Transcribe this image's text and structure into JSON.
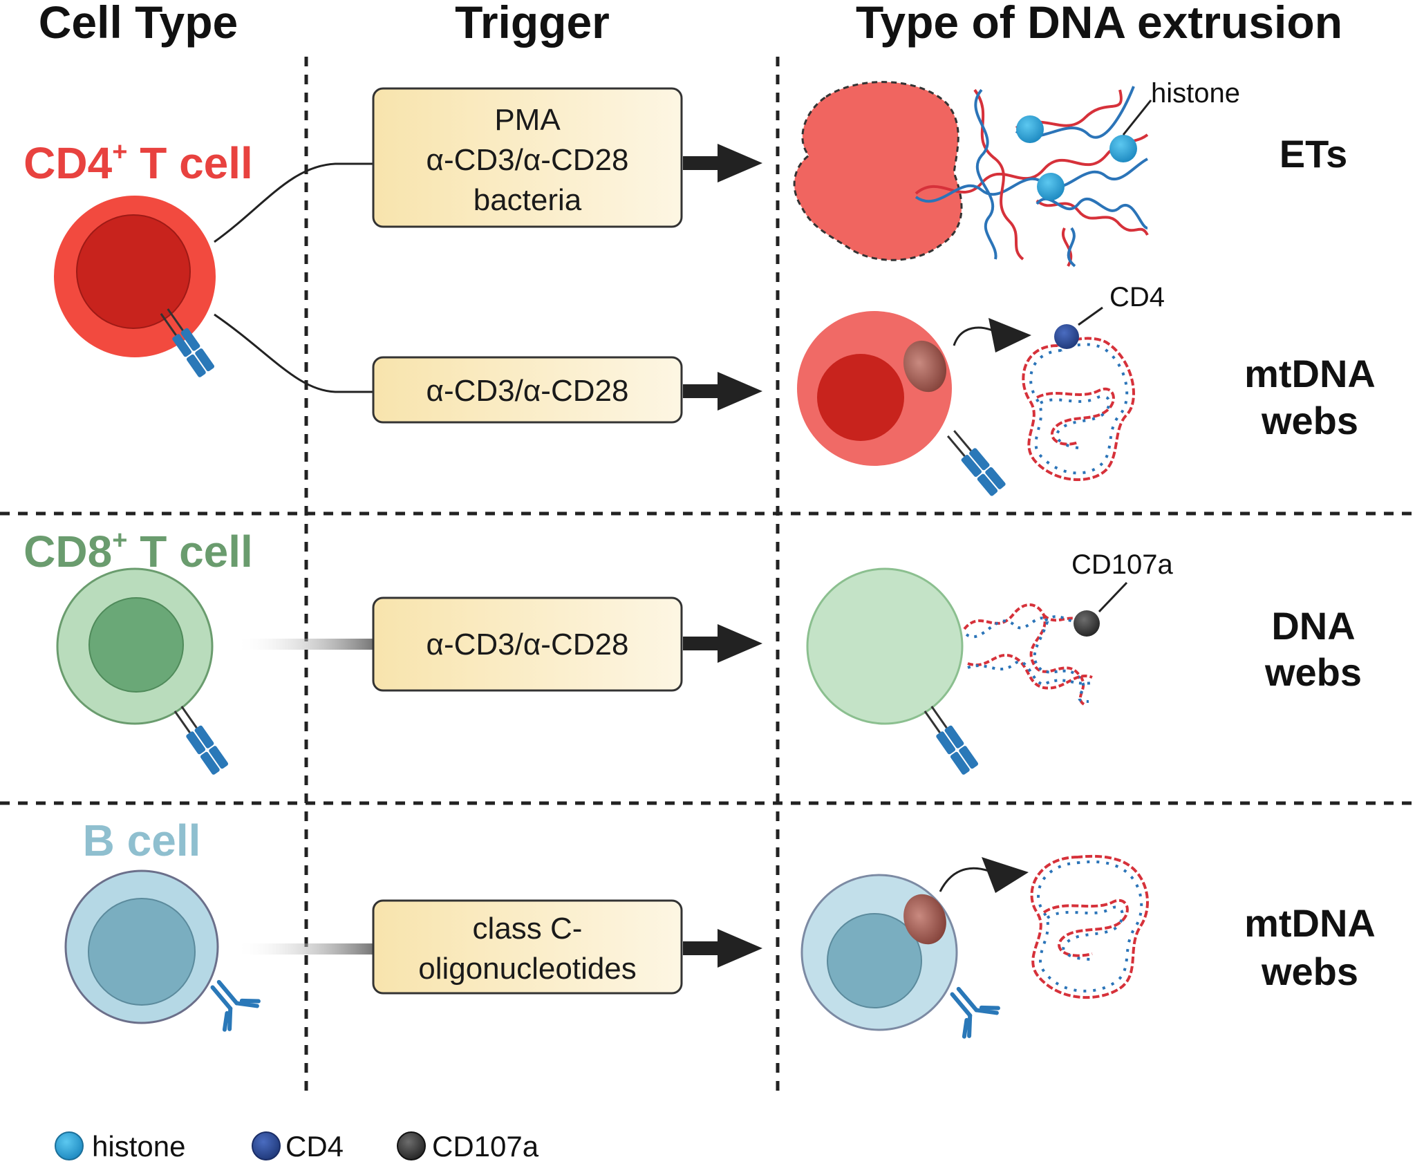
{
  "headers": {
    "cell_type": "Cell Type",
    "trigger": "Trigger",
    "extrusion": "Type of DNA extrusion"
  },
  "rows": [
    {
      "cell_name": "CD4",
      "cell_sup": "+",
      "cell_suffix": " T cell",
      "color": "#e8423f",
      "triggers": [
        {
          "lines": [
            "PMA",
            "α-CD3/α-CD28",
            "bacteria"
          ],
          "result": [
            "ETs"
          ],
          "callout": "histone"
        },
        {
          "lines": [
            "α-CD3/α-CD28"
          ],
          "result": [
            "mtDNA",
            "webs"
          ],
          "callout": "CD4"
        }
      ]
    },
    {
      "cell_name": "CD8",
      "cell_sup": "+",
      "cell_suffix": " T cell",
      "color": "#6a9c6e",
      "triggers": [
        {
          "lines": [
            "α-CD3/α-CD28"
          ],
          "result": [
            "DNA",
            "webs"
          ],
          "callout": "CD107a"
        }
      ]
    },
    {
      "cell_name": "B cell",
      "color": "#8fbfcf",
      "triggers": [
        {
          "lines": [
            "class C-",
            "oligonucleotides"
          ],
          "result": [
            "mtDNA",
            "webs"
          ]
        }
      ]
    }
  ],
  "legend": [
    {
      "label": "histone",
      "color": "#2aa3d8",
      "icon": "histone-icon"
    },
    {
      "label": "CD4",
      "color": "#2f4f9a",
      "icon": "cd4-icon"
    },
    {
      "label": "CD107a",
      "color": "#444444",
      "icon": "cd107a-icon"
    }
  ],
  "colors": {
    "cd4_cell": "#f24a3f",
    "cd4_nucleus": "#c8231d",
    "cd8_cell": "#b9dcbc",
    "cd8_nucleus": "#6aa877",
    "b_cell": "#b5d8e5",
    "b_nucleus": "#7aaec0",
    "trigger_box": "#fbeec5",
    "dna_red": "#d6313a",
    "dna_blue": "#2b74b8",
    "receptor": "#2a78b8"
  }
}
